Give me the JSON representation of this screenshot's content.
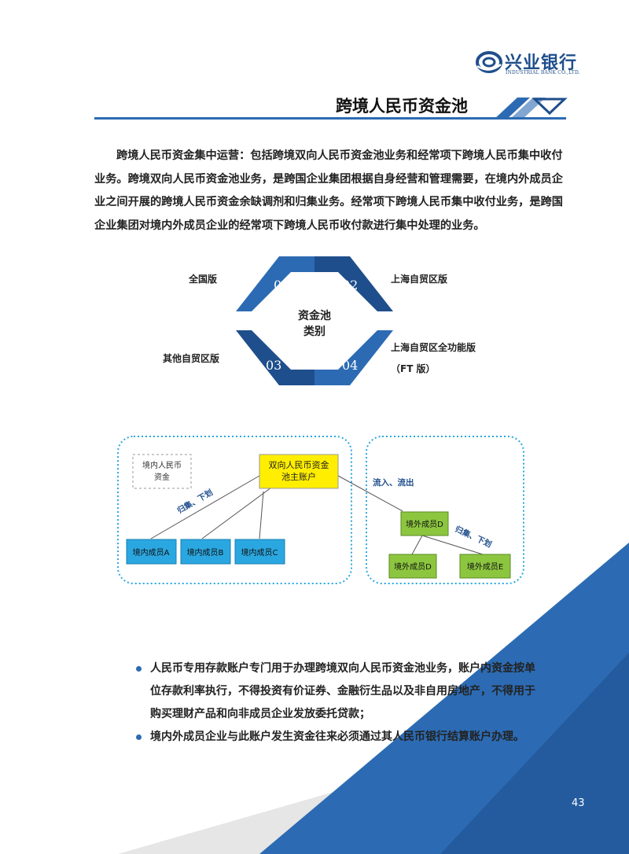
{
  "header": {
    "logo_cn": "兴业银行",
    "logo_en": "INDUSTRIAL BANK CO.,LTD.",
    "section_title": "跨境人民币资金池"
  },
  "intro": "跨境人民币资金集中运营：包括跨境双向人民币资金池业务和经常项下跨境人民币集中收付业务。跨境双向人民币资金池业务，是跨国企业集团根据自身经营和管理需要，在境内外成员企业之间开展的跨境人民币资金余缺调剂和归集业务。经常项下跨境人民币集中收付业务，是跨国企业集团对境内外成员企业的经常项下跨境人民币收付款进行集中处理的业务。",
  "pool_types": {
    "center_line1": "资金池",
    "center_line2": "类别",
    "items": [
      {
        "num": "01",
        "label": "全国版"
      },
      {
        "num": "02",
        "label": "上海自贸区版"
      },
      {
        "num": "03",
        "label": "其他自贸区版"
      },
      {
        "num": "04",
        "label": "上海自贸区全功能版",
        "label2": "（FT 版）"
      }
    ]
  },
  "flow": {
    "domestic_funds_line1": "境内人民币",
    "domestic_funds_line2": "资金",
    "main_account_line1": "双向人民币资金",
    "main_account_line2": "池主账户",
    "collect_label": "归集、下划",
    "inflow_label": "流入、流出",
    "domestic_members": [
      "境内成员A",
      "境内成员B",
      "境内成员C"
    ],
    "foreign_parent": "境外成员D",
    "foreign_collect_label": "归集、下划",
    "foreign_members": [
      "境外成员D",
      "境外成员E"
    ],
    "colors": {
      "domestic": "#2aa7e0",
      "main": "#ffee00",
      "foreign": "#8cc63f",
      "frame": "#29a8e0"
    }
  },
  "bullets": [
    "人民币专用存款账户专门用于办理跨境双向人民币资金池业务，账户内资金按单位存款利率执行，不得投资有价证券、金融衍生品以及非自用房地产，不得用于购买理财产品和向非成员企业发放委托贷款；",
    "境内外成员企业与此账户发生资金往来必须通过其人民币银行结算账户办理。"
  ],
  "page_number": "43",
  "colors": {
    "brand": "#1f4e8c",
    "accent": "#2c6bb3",
    "grey": "#d9d9d9"
  }
}
